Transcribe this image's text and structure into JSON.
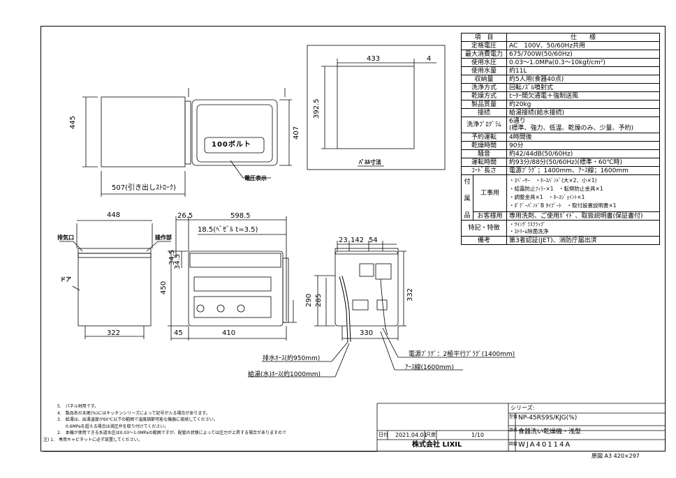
{
  "spec_table": {
    "header": {
      "item": "項　目",
      "spec": "仕　　様"
    },
    "rows": [
      {
        "k": "定格電圧",
        "v": "AC　100V、50/60Hz共用"
      },
      {
        "k": "最大消費電力",
        "v": "675/700W(50/60Hz)"
      },
      {
        "k": "使用水圧",
        "v": "0.03～1.0MPa(0.3～10kgf/cm²)"
      },
      {
        "k": "使用水量",
        "v": "約11L"
      },
      {
        "k": "収納量",
        "v": "約5人用(食器40点)"
      },
      {
        "k": "洗浄方式",
        "v": "回転ﾉｽﾞﾙ噴射式"
      },
      {
        "k": "乾燥方式",
        "v": "ﾋｰﾀｰ間欠通電＋強制送風"
      },
      {
        "k": "製品質量",
        "v": "約20kg"
      },
      {
        "k": "接続",
        "v": "給湯接続(給水接続)"
      }
    ],
    "program": {
      "k": "洗浄ﾌﾟﾛｸﾞﾗﾑ",
      "v1": "6通り",
      "v2": "(標準、強力、低温、乾燥のみ、少量、予約)"
    },
    "rows2": [
      {
        "k": "予約運転",
        "v": "4時間後"
      },
      {
        "k": "乾燥時間",
        "v": "90分"
      },
      {
        "k": "騒音",
        "v": "約42/44dB(50/60Hz)"
      },
      {
        "k": "運転時間",
        "v": "約93分/88分(50/60Hz)(標準・60℃時)"
      },
      {
        "k": "ｺｰﾄﾞ長さ",
        "v": "電源ﾌﾟﾗｸﾞ；1400mm、ｱｰｽ線；1600mm"
      }
    ],
    "accessories": {
      "group": [
        "付",
        "属",
        "品"
      ],
      "koji_label": "工事用",
      "koji_items": [
        "・ｽﾍﾟｰｻｰ　・ﾎｰｽﾊﾞﾝﾄﾞ(大×2、小×1)",
        "・結露防止ﾌｨﾗｰ×1　・転倒防止金具×1",
        "・調整金具×1　・ﾎｰｽｼﾞｮｲﾝﾄ×1",
        "・ﾎﾞﾃﾞｰﾊﾟﾝﾄﾞB ﾀｲﾌﾟｰﾄ　・取付設置説明書×1"
      ],
      "customer_label": "お客様用",
      "customer_value": "専用洗剤、ご使用ｶﾞｲﾄﾞ、取扱説明書(保証書付)"
    },
    "features": {
      "k": "特記・特徴",
      "v1": "・ﾜｲﾝｸﾞﾗｽﾌﾗｯﾌﾟ",
      "v2": "・ｽﾄﾘｰﾑ除菌洗浄"
    },
    "remarks": {
      "k": "備考",
      "v": "第3者認証(JET)、消防庁届出済"
    }
  },
  "top_view": {
    "dim_depth": "445",
    "dim_width": "407",
    "dim_pull": "507(引き出しｽﾄﾛｰｸ)",
    "label_panel": "100ボルト",
    "callout": "電圧表示"
  },
  "panel_view": {
    "dim_w": "433",
    "dim_gap": "4",
    "dim_h": "392.5",
    "caption": "ﾊﾟﾈﾙ寸法"
  },
  "front_view": {
    "dim_w": "448",
    "dim_bottom": "322",
    "label_exhaust": "排気口",
    "label_panel": "操作部",
    "label_door": "ドア"
  },
  "side_view": {
    "dim_a": "26.5",
    "dim_b": "598.5",
    "dim_c": "18.5(ﾍﾞｾﾞﾙ t=3.5)",
    "dim_h1": "34.5",
    "dim_h2": "34.5",
    "dim_h": "450",
    "dim_l": "45",
    "dim_bottom": "410"
  },
  "rear_view": {
    "dim_a": "23",
    "dim_b": "142",
    "dim_c": "54",
    "dim_h1": "290",
    "dim_h2": "285",
    "dim_h3": "332",
    "dim_bottom": "330"
  },
  "callouts": {
    "power_plug": "電源ﾌﾟﾗｸﾞ：2極平行ﾌﾟﾗｸﾞ(1400mm)",
    "earth": "ｱｰｽ線(1600mm)",
    "drain": "排水ﾎｰｽ(約950mm)",
    "supply": "給湯(水)ﾎｰｽ(約1000mm)"
  },
  "notes": [
    "5.　パネル材用です。",
    "4.　製品名の末尾(%)にはキッチンシリーズによって記号が入る場合があります。",
    "3.　給湯は、出湯温度が60℃以下の範囲で温度調節可能な機器に接続してください。",
    "　　0.6MPaを超える場合は減圧弁を取り付けてください。",
    "2.　本機が使用できる水道水圧は0.03～1.0MPaの範囲ですが、配管の状態によっては圧力が上昇する場合がありますので",
    "注) 1.　専用キャビネットに必ず設置してください。"
  ],
  "title_block": {
    "series_label": "シリーズ:",
    "model_label": "型番",
    "model": "NP-45RS9S/KJG(%)",
    "name_label": "品名",
    "name": "食器洗い乾燥機・浅型",
    "date_label": "日付",
    "date": "2021.04.01",
    "scale_label": "尺度",
    "scale": "1/10",
    "company": "株式会社 LIXIL",
    "drawing_label": "図番",
    "drawing_no": "WJA40114A",
    "paper": "原図 A3 420×297"
  }
}
